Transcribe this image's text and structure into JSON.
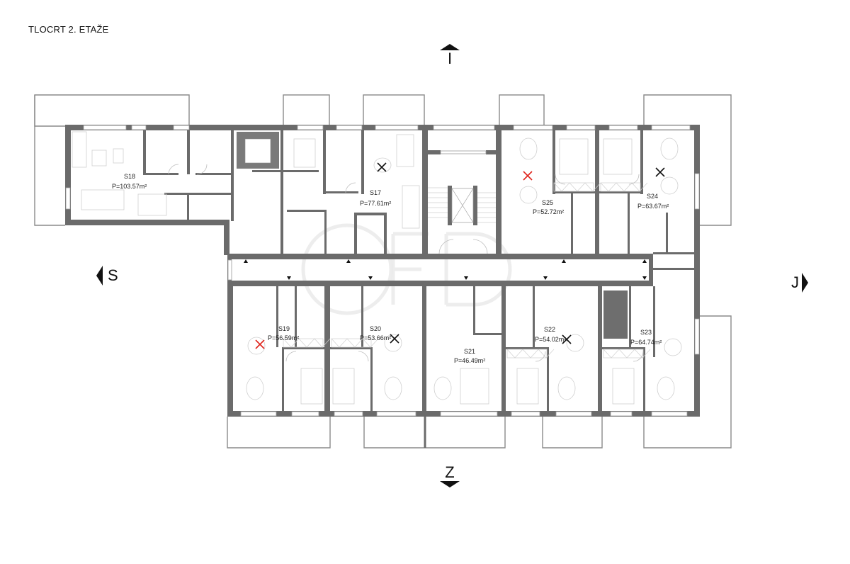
{
  "title": "TLOCRT 2. ETAŽE",
  "compass": {
    "north": {
      "label": "I",
      "icon": "arrow-up-icon"
    },
    "south": {
      "label": "Z",
      "icon": "arrow-down-icon"
    },
    "west": {
      "label": "S",
      "icon": "arrow-left-icon"
    },
    "east": {
      "label": "J",
      "icon": "arrow-right-icon"
    }
  },
  "units": [
    {
      "code": "S18",
      "area": "P=103.57m²",
      "mark": "none"
    },
    {
      "code": "S17",
      "area": "P=77.61m²",
      "mark": "black-x"
    },
    {
      "code": "S25",
      "area": "P=52.72m²",
      "mark": "red-x"
    },
    {
      "code": "S24",
      "area": "P=63.67m²",
      "mark": "black-x"
    },
    {
      "code": "S19",
      "area": "P=56.59m²",
      "mark": "red-x"
    },
    {
      "code": "S20",
      "area": "P=53.66m²",
      "mark": "black-x"
    },
    {
      "code": "S21",
      "area": "P=46.49m²",
      "mark": "none"
    },
    {
      "code": "S22",
      "area": "P=54.02m²",
      "mark": "black-x"
    },
    {
      "code": "S23",
      "area": "P=64.74m²",
      "mark": "none"
    }
  ],
  "colors": {
    "wall": "#6b6b6b",
    "sold_mark": "#111111",
    "reserved_mark": "#e0261e"
  }
}
